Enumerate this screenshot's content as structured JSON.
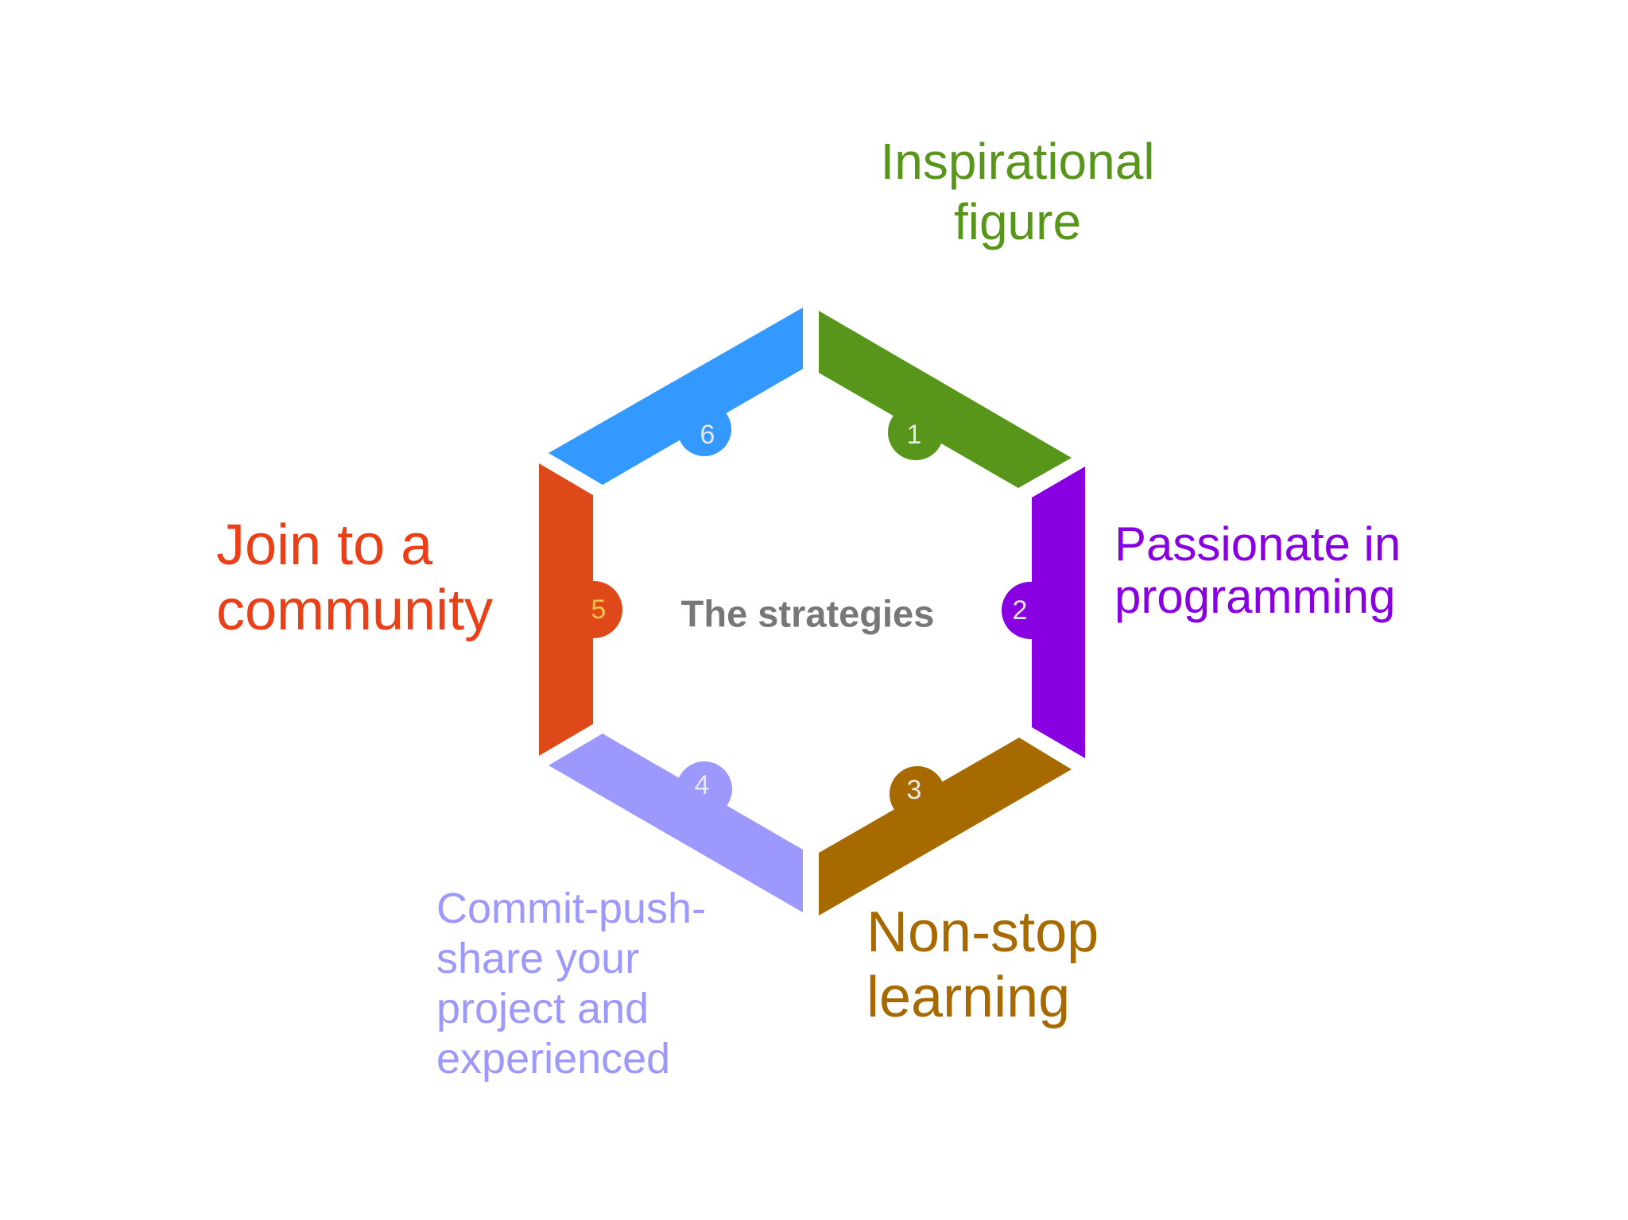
{
  "diagram": {
    "type": "hexagon-cycle",
    "center_title": "The strategies",
    "steps": [
      {
        "number": "1",
        "label_lines": [
          "Inspirational",
          "figure"
        ],
        "color": "#57961B"
      },
      {
        "number": "2",
        "label_lines": [
          "Passionate in",
          "programming"
        ],
        "color": "#8800E2"
      },
      {
        "number": "3",
        "label_lines": [
          "Non-stop",
          "learning"
        ],
        "color": "#A66A00"
      },
      {
        "number": "4",
        "label_lines": [
          "Commit-push-",
          "share your",
          "project and",
          "experienced"
        ],
        "color": "#9C98FC"
      },
      {
        "number": "5",
        "label_lines": [
          "Join to a",
          "community"
        ],
        "color": "#DF4818"
      },
      {
        "number": "6",
        "label_lines": [],
        "color": "#3399FF"
      }
    ],
    "colors": {
      "number_text": "#E8E8E8",
      "number_text_5": "#F2C24A",
      "label_1": "#57961B",
      "label_2": "#8800E2",
      "label_3": "#A66A00",
      "label_4": "#9C98FC",
      "label_5": "#EB3F17",
      "center_text": "#777777"
    }
  }
}
